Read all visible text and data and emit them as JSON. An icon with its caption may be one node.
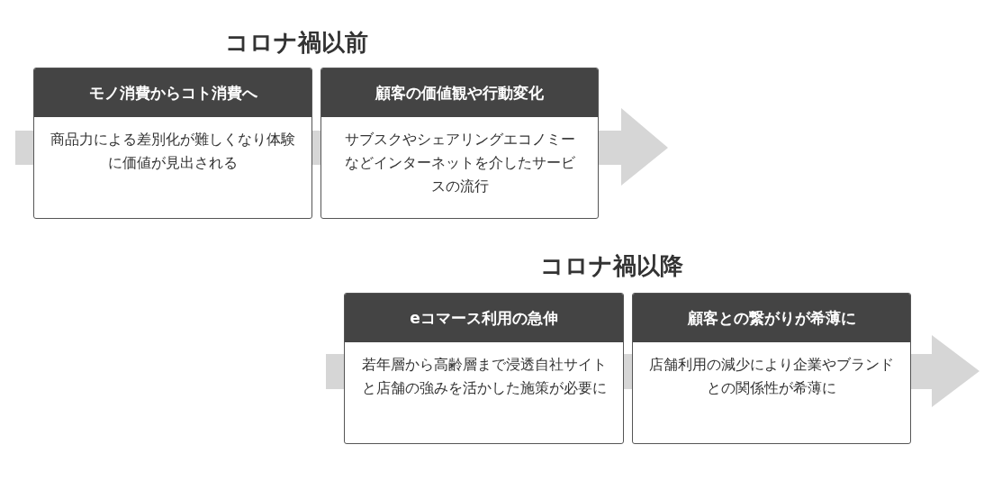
{
  "diagram": {
    "nodes": [
      {
        "text": [
          "モノ消費からコト消費へ",
          "商品力による差別化が難しくなり体験に価値が見出される"
        ]
      },
      {
        "text": [
          "顧客の価値観や行動変化",
          "サブスクやシェアリングエコノミーなどインターネットを介したサービスの流行"
        ]
      },
      {
        "text": [
          "eコマース利用の急伸",
          "若年層から高齢層まで浸透自社サイトと店舗の強みを活かした施策が必要に"
        ]
      },
      {
        "text": [
          "顧客との繋がりが希薄に",
          "店舗利用の減少により企業やブランドとの関係性が希薄に"
        ]
      }
    ],
    "labels": [
      "コロナ禍以前",
      "コロナ禍以降"
    ]
  }
}
